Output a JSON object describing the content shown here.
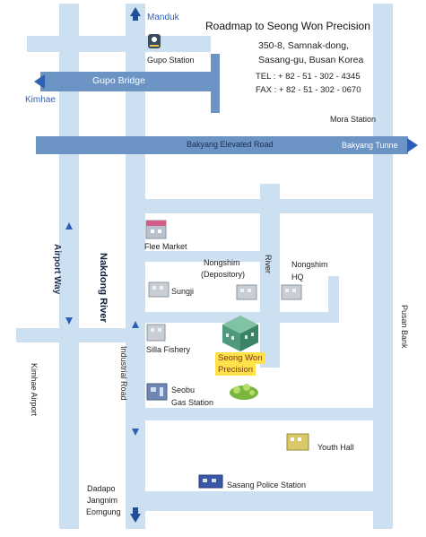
{
  "header": {
    "title": "Roadmap to Seong Won Precision",
    "address_line1": "350-8, Samnak-dong,",
    "address_line2": "Sasang-gu, Busan Korea",
    "tel": "TEL : + 82 - 51 - 302 - 4345",
    "fax": "FAX : + 82 - 51 - 302 - 0670"
  },
  "directions": {
    "north": "Manduk",
    "west": "Kimhae",
    "east": "Bakyang Tunne",
    "south": "Dadapo Jangnim Eomgung"
  },
  "roads": {
    "gupo_bridge": "Gupo Bridge",
    "elevated": "Bakyang Elevated Road",
    "airport_way": "Airport Way",
    "nakdong": "Nakdong River",
    "industrial": "Industrial Road",
    "river": "River",
    "pusan_bank": "Pusan Bank",
    "kimhae_airport": "Kimhae Airport"
  },
  "places": {
    "gupo_station": "Gupo Station",
    "mora_station": "Mora Station",
    "flee_market": "Flee Market",
    "nongshim_depository_1": "Nongshim",
    "nongshim_depository_2": "(Depository)",
    "nongshim_hq_1": "Nongshim",
    "nongshim_hq_2": "HQ",
    "sungji": "Sungji",
    "silla_fishery": "Silla Fishery",
    "seong_won_1": "Seong Won",
    "seong_won_2": "Precision",
    "seobu_1": "Seobu",
    "seobu_2": "Gas Station",
    "youth_hall": "Youth Hall",
    "police": "Sasang Police Station",
    "dadapo_1": "Dadapo",
    "dadapo_2": "Jangnim",
    "dadapo_3": "Eomgung"
  },
  "colors": {
    "road": "#cde0f2",
    "highway": "#6b93c4",
    "label_blue": "#2d5fb5",
    "highlight": "#ffe24a",
    "building": "#b9c2cc",
    "target_building": "#5fa58a"
  },
  "icons": [
    "subway-icon",
    "building-icon",
    "factory-icon",
    "gas-station-icon",
    "park-icon",
    "police-icon",
    "arrow-icon"
  ]
}
